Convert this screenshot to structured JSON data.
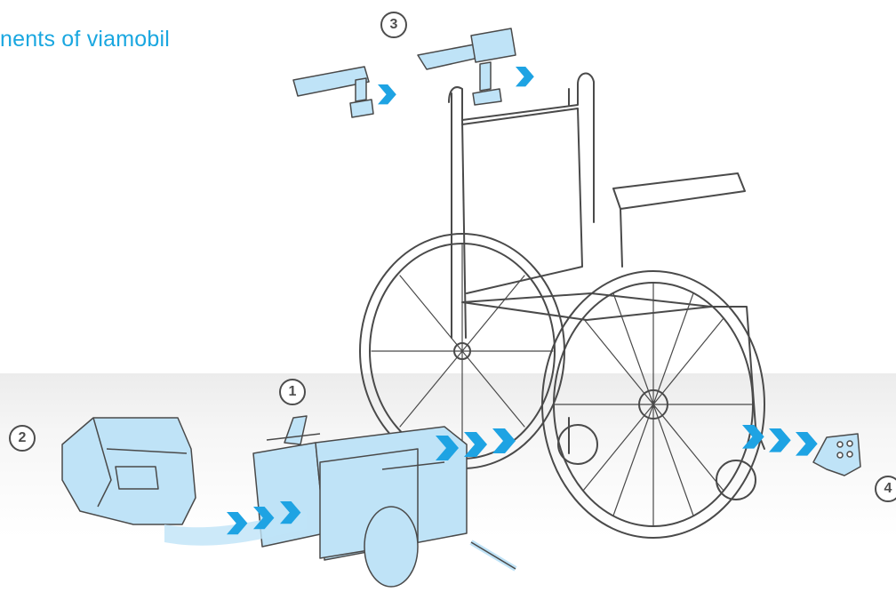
{
  "title": "nents of viamobil",
  "colors": {
    "accent_text": "#1aa7e0",
    "component_fill": "#bfe3f7",
    "arrow": "#1ea3e3",
    "line": "#4a4a4a",
    "floor": "#ececec"
  },
  "markers": [
    {
      "id": "1",
      "label": "1"
    },
    {
      "id": "2",
      "label": "2"
    },
    {
      "id": "3",
      "label": "3"
    },
    {
      "id": "4",
      "label": "4"
    }
  ]
}
